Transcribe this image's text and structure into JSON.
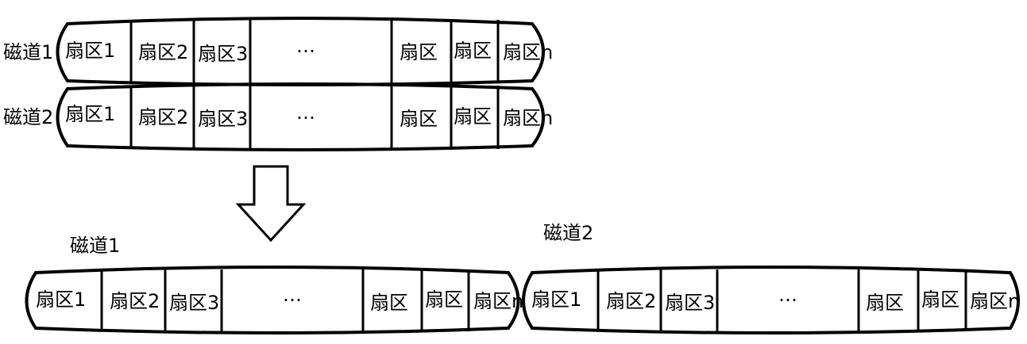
{
  "diagram": {
    "top_tracks": [
      {
        "label": "磁道1",
        "sectors": [
          "扇区1",
          "扇区2",
          "扇区3",
          "…",
          "扇区",
          "扇区",
          "扇区n"
        ]
      },
      {
        "label": "磁道2",
        "sectors": [
          "扇区1",
          "扇区2",
          "扇区3",
          "…",
          "扇区",
          "扇区",
          "扇区n"
        ]
      }
    ],
    "bottom_tracks": [
      {
        "label": "磁道1",
        "sectors": [
          "扇区1",
          "扇区2",
          "扇区3",
          "…",
          "扇区",
          "扇区",
          "扇区n"
        ]
      },
      {
        "label": "磁道2",
        "sectors": [
          "扇区1",
          "扇区2",
          "扇区3",
          "…",
          "扇区",
          "扇区",
          "扇区n"
        ]
      }
    ],
    "arrow_icon": "down-arrow-icon"
  }
}
